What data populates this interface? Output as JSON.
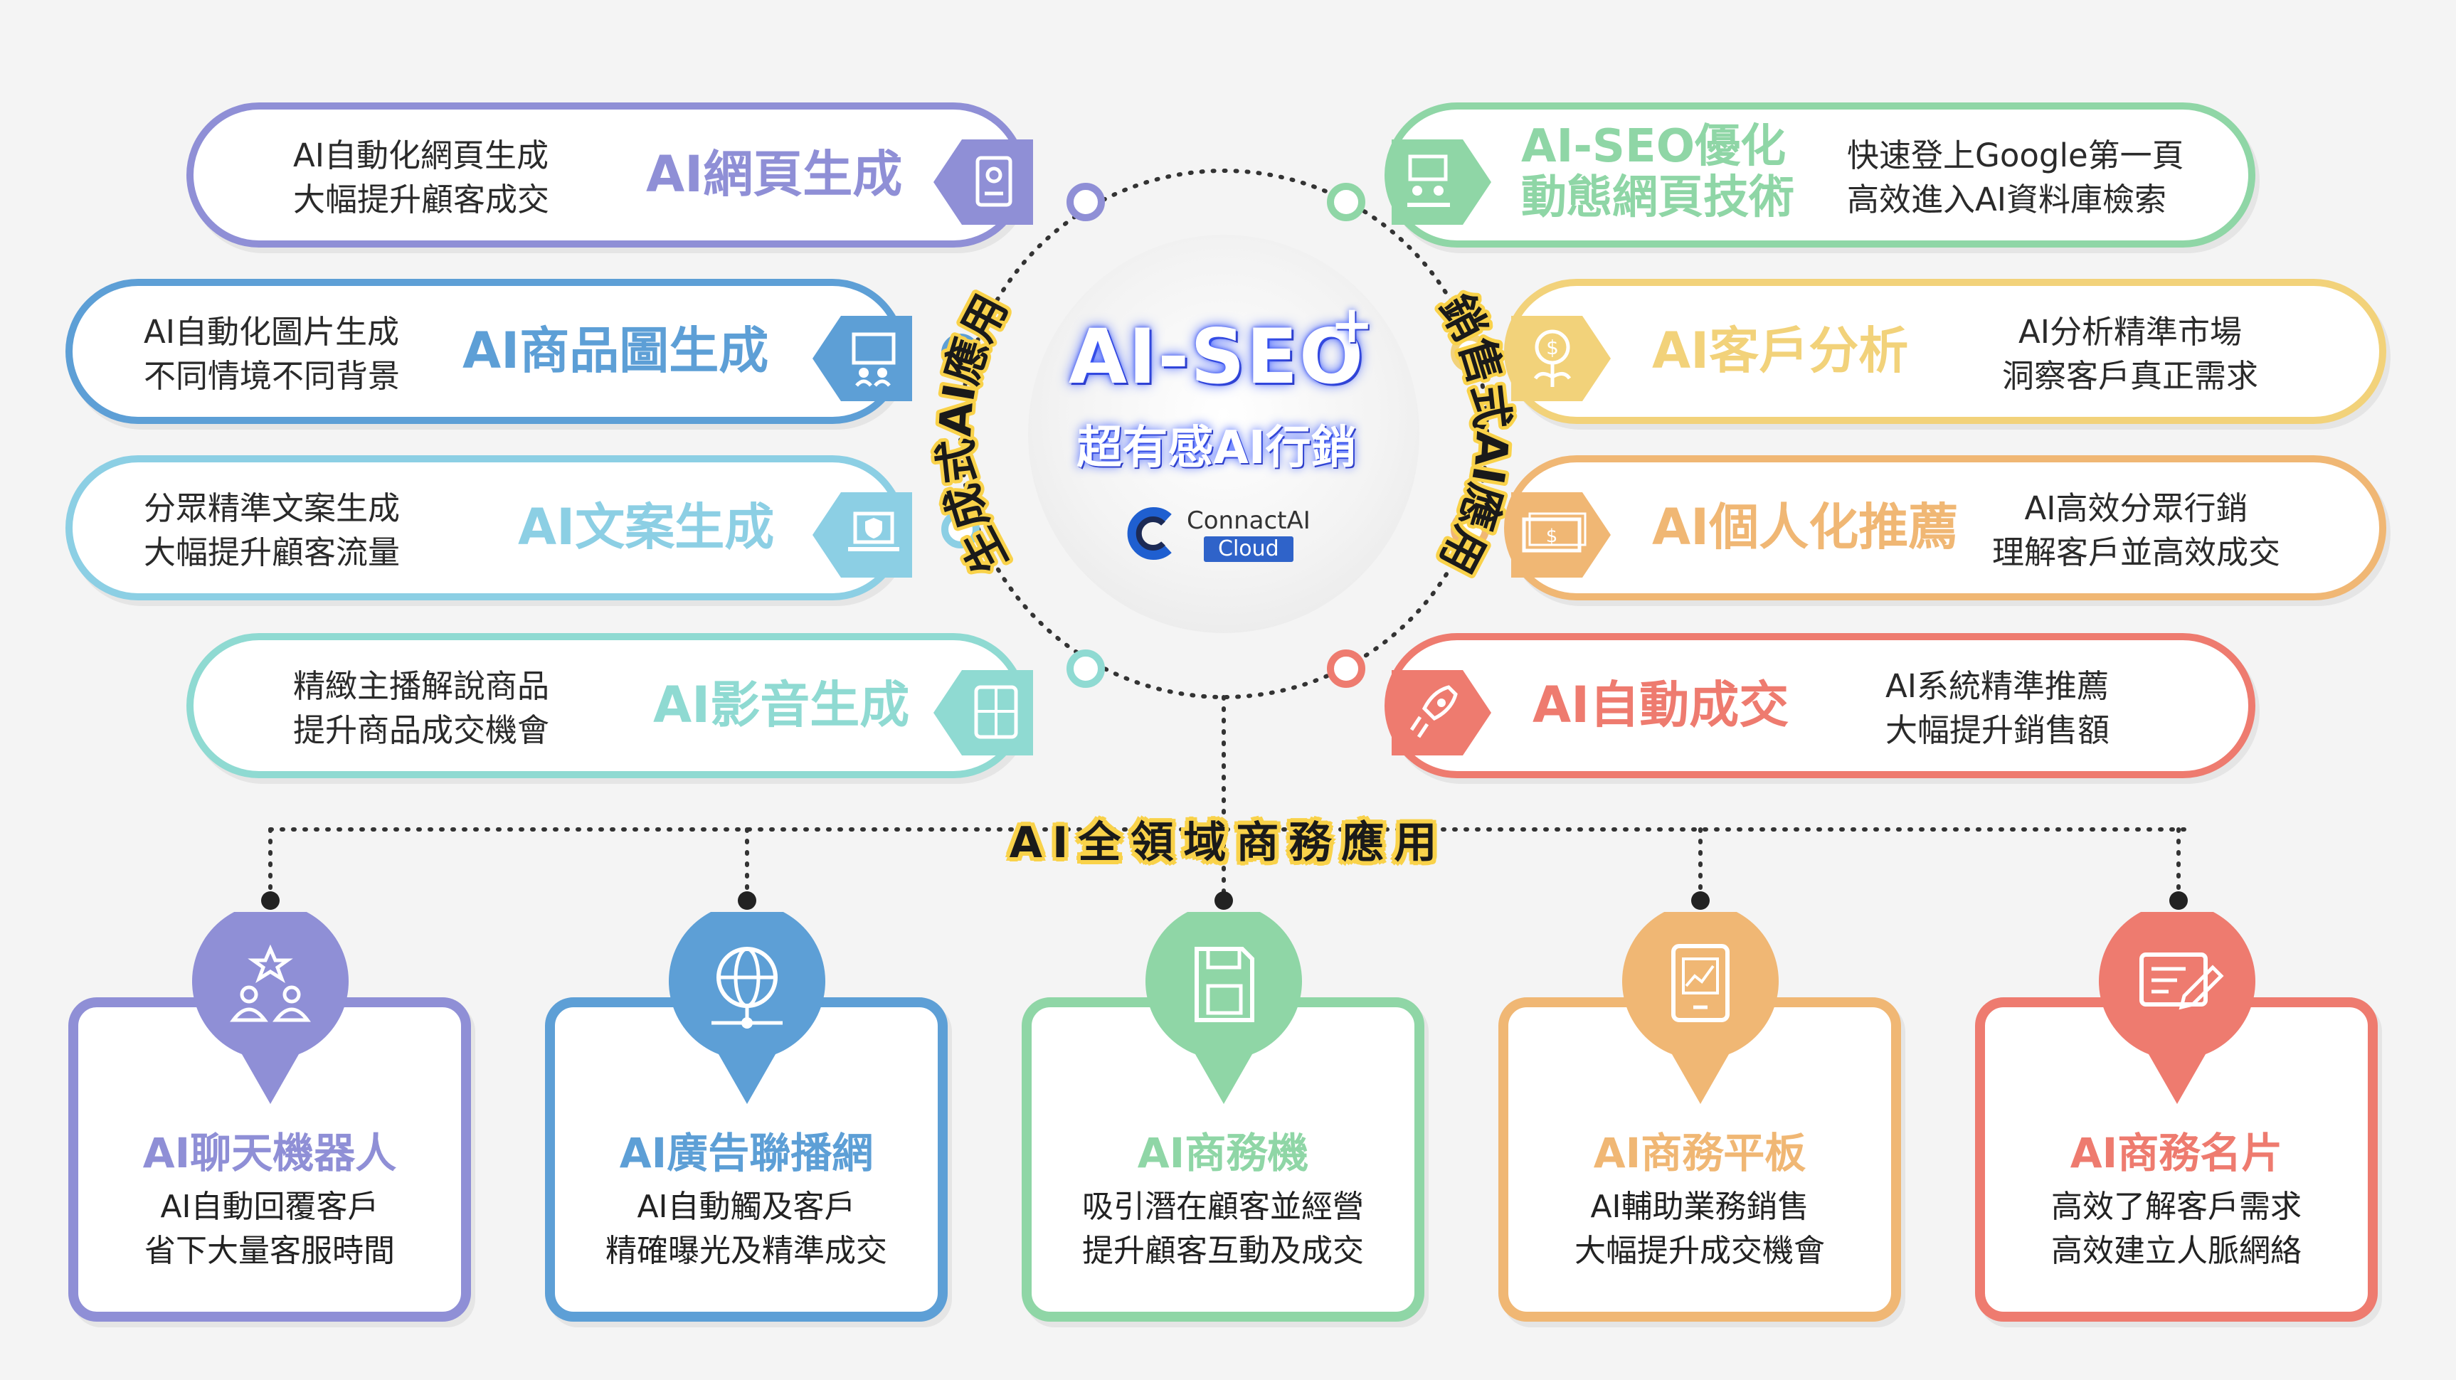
{
  "center": {
    "title": "AI-SEO",
    "plus": "+",
    "subtitle": "超有感AI行銷",
    "logo_name": "ConnactAI",
    "logo_cloud": "Cloud"
  },
  "ring_labels": {
    "left": "生成式AI應用",
    "right": "銷售式AI應用"
  },
  "business_banner": "AI全領域商務應用",
  "left_items": [
    {
      "title": "AI網頁生成",
      "desc1": "AI自動化網頁生成",
      "desc2": "大幅提升顧客成交",
      "icon": "id-badge-icon",
      "color": "#8f8fd6"
    },
    {
      "title": "AI商品圖生成",
      "desc1": "AI自動化圖片生成",
      "desc2": "不同情境不同背景",
      "icon": "presentation-board-icon",
      "color": "#5d9fd6"
    },
    {
      "title": "AI文案生成",
      "desc1": "分眾精準文案生成",
      "desc2": "大幅提升顧客流量",
      "icon": "laptop-shield-icon",
      "color": "#8ccfe4"
    },
    {
      "title": "AI影音生成",
      "desc1": "精緻主播解說商品",
      "desc2": "提升商品成交機會",
      "icon": "calculator-icon",
      "color": "#8fdad2"
    }
  ],
  "right_items": [
    {
      "title1": "AI-SEO優化",
      "title2": "動態網頁技術",
      "desc1": "快速登上Google第一頁",
      "desc2": "高效進入AI資料庫檢索",
      "icon": "meeting-icon",
      "color": "#8fd6a6"
    },
    {
      "title": "AI客戶分析",
      "desc1": "AI分析精準市場",
      "desc2": "洞察客戶真正需求",
      "icon": "money-plant-icon",
      "color": "#f2d27a"
    },
    {
      "title": "AI個人化推薦",
      "desc1": "AI高效分眾行銷",
      "desc2": "理解客戶並高效成交",
      "icon": "banknote-icon",
      "color": "#f0b774"
    },
    {
      "title": "AI自動成交",
      "desc1": "AI系統精準推薦",
      "desc2": "大幅提升銷售額",
      "icon": "rocket-icon",
      "color": "#ee7b6f"
    }
  ],
  "bottom_cards": [
    {
      "title": "AI聊天機器人",
      "desc1": "AI自動回覆客戶",
      "desc2": "省下大量客服時間",
      "icon": "team-star-icon",
      "color": "#8f8fd6"
    },
    {
      "title": "AI廣告聯播網",
      "desc1": "AI自動觸及客戶",
      "desc2": "精確曝光及精準成交",
      "icon": "globe-network-icon",
      "color": "#5d9fd6"
    },
    {
      "title": "AI商務機",
      "desc1": "吸引潛在顧客並經營",
      "desc2": "提升顧客互動及成交",
      "icon": "floppy-disk-icon",
      "color": "#8fd6a6"
    },
    {
      "title": "AI商務平板",
      "desc1": "AI輔助業務銷售",
      "desc2": "大幅提升成交機會",
      "icon": "tablet-chart-icon",
      "color": "#f0b774"
    },
    {
      "title": "AI商務名片",
      "desc1": "高效了解客戶需求",
      "desc2": "高效建立人脈網絡",
      "icon": "edit-card-icon",
      "color": "#ee7b6f"
    }
  ]
}
